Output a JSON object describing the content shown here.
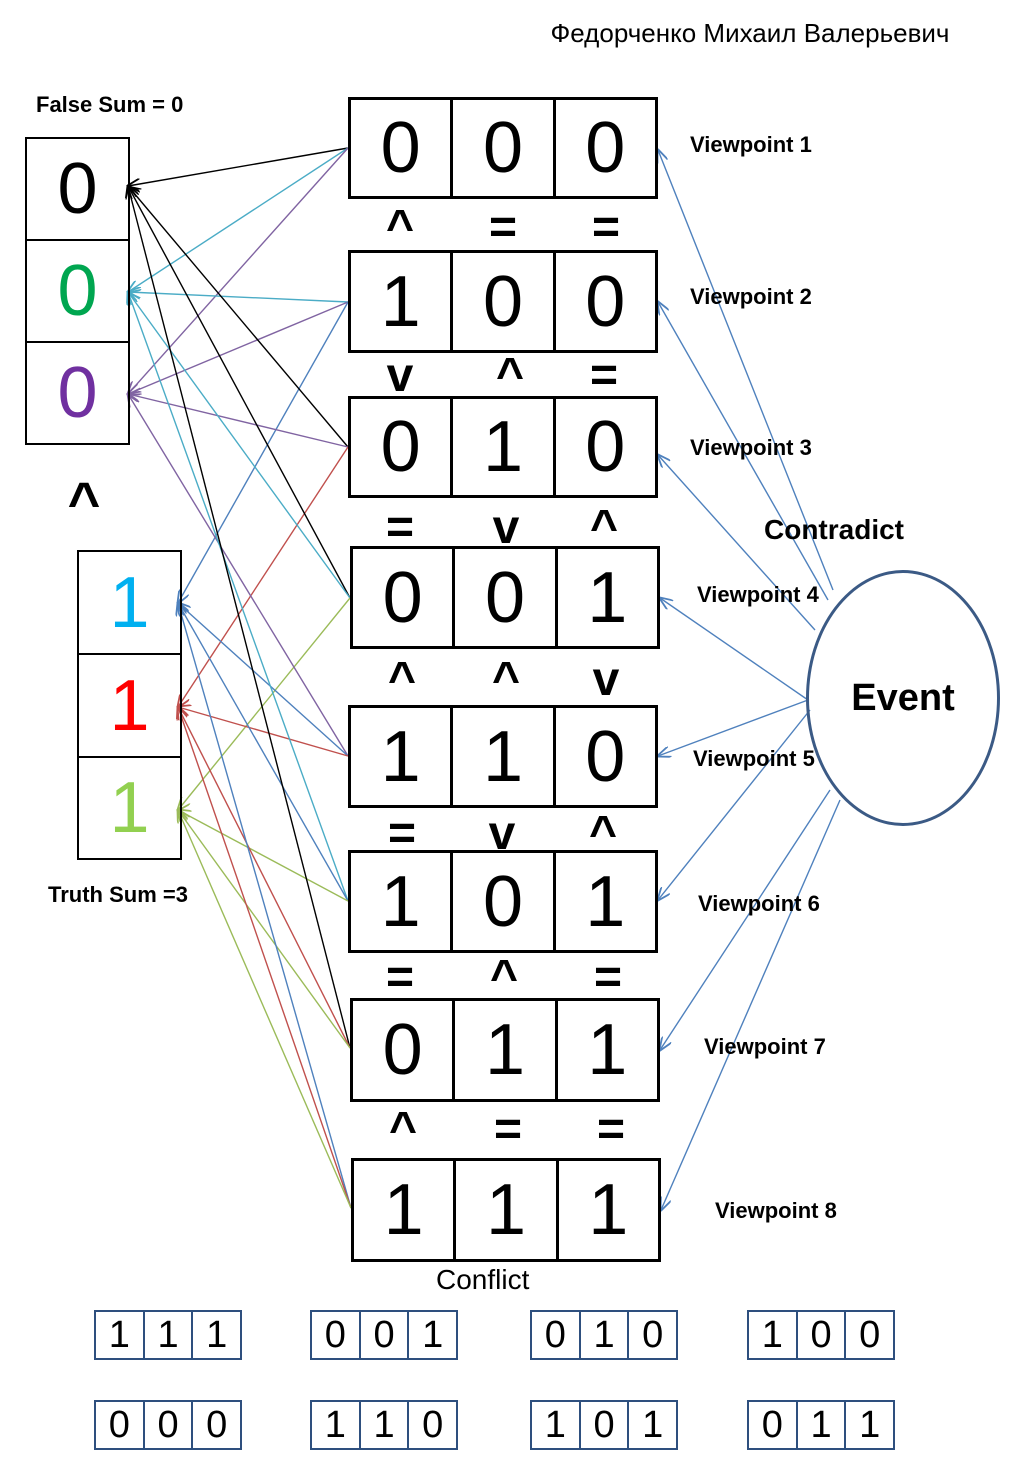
{
  "author": "Федорченко Михаил Валерьевич",
  "false_sum_label": "False Sum = 0",
  "truth_sum_label": "Truth Sum =3",
  "false_column": {
    "values": [
      "0",
      "0",
      "0"
    ],
    "colors": [
      "#000000",
      "#00a650",
      "#7030a0"
    ]
  },
  "middle_relation": "^",
  "truth_column": {
    "values": [
      "1",
      "1",
      "1"
    ],
    "colors": [
      "#00b0f0",
      "#ff0000",
      "#92d050"
    ]
  },
  "viewpoints": [
    {
      "label": "Viewpoint 1",
      "bits": [
        "0",
        "0",
        "0"
      ]
    },
    {
      "label": "Viewpoint 2",
      "bits": [
        "1",
        "0",
        "0"
      ]
    },
    {
      "label": "Viewpoint 3",
      "bits": [
        "0",
        "1",
        "0"
      ]
    },
    {
      "label": "Viewpoint 4",
      "bits": [
        "0",
        "0",
        "1"
      ]
    },
    {
      "label": "Viewpoint 5",
      "bits": [
        "1",
        "1",
        "0"
      ]
    },
    {
      "label": "Viewpoint 6",
      "bits": [
        "1",
        "0",
        "1"
      ]
    },
    {
      "label": "Viewpoint 7",
      "bits": [
        "0",
        "1",
        "1"
      ]
    },
    {
      "label": "Viewpoint 8",
      "bits": [
        "1",
        "1",
        "1"
      ]
    }
  ],
  "relations": [
    [
      "^",
      "=",
      "="
    ],
    [
      "v",
      "^",
      "="
    ],
    [
      "=",
      "v",
      "^"
    ],
    [
      "^",
      "^",
      "v"
    ],
    [
      "=",
      "v",
      "^"
    ],
    [
      "=",
      "^",
      "="
    ],
    [
      "^",
      "=",
      "="
    ]
  ],
  "contradict_label": "Contradict",
  "event_label": "Event",
  "conflict_label": "Conflict",
  "conflict_sets": [
    [
      "1",
      "1",
      "1"
    ],
    [
      "0",
      "0",
      "1"
    ],
    [
      "0",
      "1",
      "0"
    ],
    [
      "1",
      "0",
      "0"
    ],
    [
      "0",
      "0",
      "0"
    ],
    [
      "1",
      "1",
      "0"
    ],
    [
      "1",
      "0",
      "1"
    ],
    [
      "0",
      "1",
      "1"
    ]
  ],
  "colors": {
    "arrow_black": "#000000",
    "arrow_teal": "#4bacc6",
    "arrow_purple": "#8064a2",
    "arrow_blue": "#4f81bd",
    "arrow_red": "#c0504d",
    "arrow_green": "#9bbb59",
    "event_border": "#3b5a85"
  }
}
